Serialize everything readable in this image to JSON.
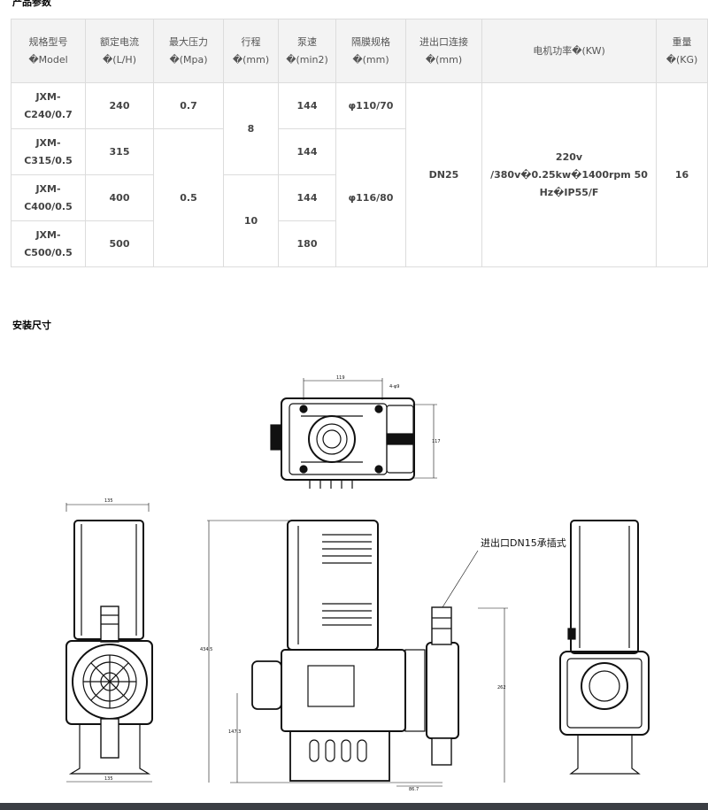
{
  "sections": {
    "params_title": "产品参数",
    "install_title": "安装尺寸"
  },
  "table": {
    "headers": [
      "规格型号�Model",
      "额定电流�(L/H)",
      "最大压力�(Mpa)",
      "行程�(mm)",
      "泵速�(min2)",
      "隔膜规格�(mm)",
      "进出口连接�(mm)",
      "电机功率�(KW)",
      "重量�(KG)"
    ],
    "rows": [
      {
        "model": "JXM-C240/0.7",
        "flow": "240",
        "pump_speed": "144"
      },
      {
        "model": "JXM-C315/0.5",
        "flow": "315",
        "pump_speed": "144"
      },
      {
        "model": "JXM-C400/0.5",
        "flow": "400",
        "pump_speed": "144"
      },
      {
        "model": "JXM-C500/0.5",
        "flow": "500",
        "pump_speed": "180"
      }
    ],
    "pressure_a": "0.7",
    "pressure_b": "0.5",
    "stroke_a": "8",
    "stroke_b": "10",
    "diaphragm_a": "φ110/70",
    "diaphragm_b": "φ116/80",
    "connection": "DN25",
    "motor": "220v /380v�0.25kw�1400rpm 50 Hz�IP55/F",
    "weight": "16"
  },
  "drawing": {
    "inlet_label": "进出口DN15承插式",
    "dims": {
      "top_width": "119",
      "top_holes": "4-φ9",
      "top_depth": "117",
      "side_width": "135",
      "side_base": "135",
      "total_height": "434.5",
      "lower_height": "147.3",
      "flange_height": "262",
      "offset": "86.7"
    }
  }
}
